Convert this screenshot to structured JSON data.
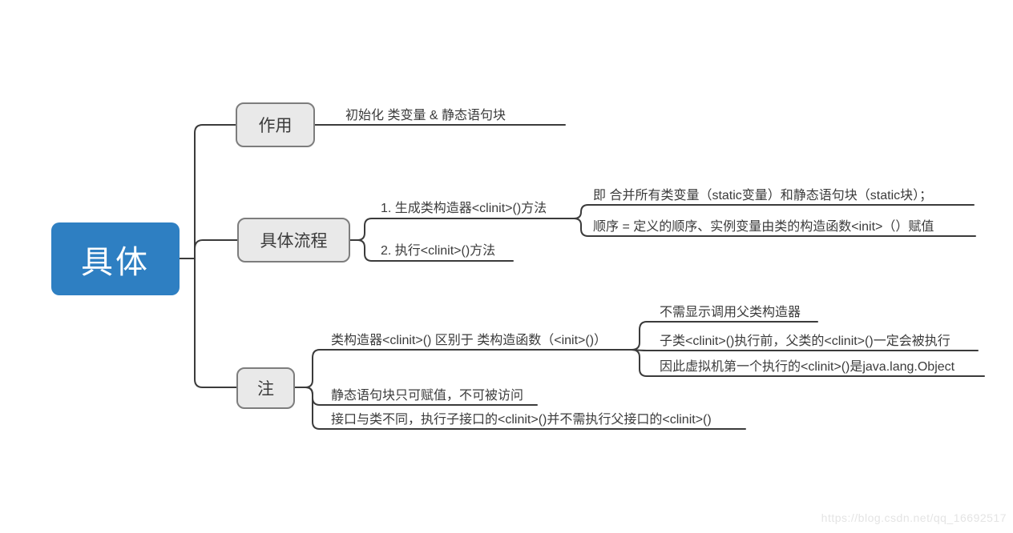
{
  "root": {
    "label": "具体"
  },
  "branches": [
    {
      "label": "作用",
      "children": [
        {
          "text": "初始化 类变量 & 静态语句块"
        }
      ]
    },
    {
      "label": "具体流程",
      "children": [
        {
          "text": "1. 生成类构造器<clinit>()方法",
          "children": [
            {
              "text": "即 合并所有类变量（static变量）和静态语句块（static块）；"
            },
            {
              "text": "顺序 = 定义的顺序、实例变量由类的构造函数<init>（）赋值"
            }
          ]
        },
        {
          "text": "2. 执行<clinit>()方法"
        }
      ]
    },
    {
      "label": "注",
      "children": [
        {
          "text": "类构造器<clinit>() 区别于 类构造函数（<init>()）",
          "children": [
            {
              "text": "不需显示调用父类构造器"
            },
            {
              "text": "子类<clinit>()执行前，父类的<clinit>()一定会被执行"
            },
            {
              "text": "因此虚拟机第一个执行的<clinit>()是java.lang.Object"
            }
          ]
        },
        {
          "text": "静态语句块只可赋值，不可被访问"
        },
        {
          "text": "接口与类不同，执行子接口的<clinit>()并不需执行父接口的<clinit>()"
        }
      ]
    }
  ],
  "watermark": "https://blog.csdn.net/qq_16692517",
  "colors": {
    "root_bg": "#2e7fc2",
    "node_bg": "#e9e9e9",
    "node_border": "#7d7d7d",
    "line": "#3b3b3b",
    "text": "#3b3b3b",
    "watermark": "#e4e4e4"
  }
}
